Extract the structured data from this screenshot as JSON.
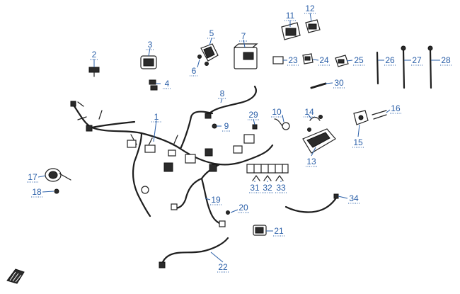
{
  "callouts": [
    {
      "id": "1",
      "label": "1"
    },
    {
      "id": "2",
      "label": "2"
    },
    {
      "id": "3",
      "label": "3"
    },
    {
      "id": "4",
      "label": "4"
    },
    {
      "id": "5",
      "label": "5"
    },
    {
      "id": "6",
      "label": "6"
    },
    {
      "id": "7",
      "label": "7"
    },
    {
      "id": "8",
      "label": "8"
    },
    {
      "id": "9",
      "label": "9"
    },
    {
      "id": "10",
      "label": "10"
    },
    {
      "id": "11",
      "label": "11"
    },
    {
      "id": "12",
      "label": "12"
    },
    {
      "id": "13",
      "label": "13"
    },
    {
      "id": "14",
      "label": "14"
    },
    {
      "id": "15",
      "label": "15"
    },
    {
      "id": "16",
      "label": "16"
    },
    {
      "id": "17",
      "label": "17"
    },
    {
      "id": "18",
      "label": "18"
    },
    {
      "id": "19",
      "label": "19"
    },
    {
      "id": "20",
      "label": "20"
    },
    {
      "id": "21",
      "label": "21"
    },
    {
      "id": "22",
      "label": "22"
    },
    {
      "id": "23",
      "label": "23"
    },
    {
      "id": "24",
      "label": "24"
    },
    {
      "id": "25",
      "label": "25"
    },
    {
      "id": "26",
      "label": "26"
    },
    {
      "id": "27",
      "label": "27"
    },
    {
      "id": "28",
      "label": "28"
    },
    {
      "id": "29",
      "label": "29"
    },
    {
      "id": "30",
      "label": "30"
    },
    {
      "id": "31",
      "label": "31"
    },
    {
      "id": "32",
      "label": "32"
    },
    {
      "id": "33",
      "label": "33"
    },
    {
      "id": "34",
      "label": "34"
    }
  ],
  "logo": {
    "icon": "brand-logo-icon"
  }
}
